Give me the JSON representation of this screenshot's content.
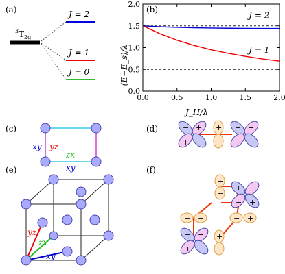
{
  "panels": {
    "a": "(a)",
    "b": "(b)",
    "c": "(c)",
    "d": "(d)",
    "e": "(e)",
    "f": "(f)"
  },
  "panel_a": {
    "state_sup": "3",
    "state_main": "T",
    "state_sub": "2g",
    "levels": [
      {
        "label": "J = 2",
        "color": "#0000dd"
      },
      {
        "label": "J = 1",
        "color": "#ee0000"
      },
      {
        "label": "J = 0",
        "color": "#33bb33"
      }
    ]
  },
  "panel_c": {
    "labels": [
      "xy",
      "yz",
      "zx",
      "xy"
    ],
    "colors": {
      "xy": "#0000cc",
      "yz": "#ee0000",
      "zx": "#22bb22",
      "edge_cyan": "#33c8e8",
      "edge_magenta": "#cc44cc"
    }
  },
  "panel_d": {
    "left_signs": [
      "−",
      "+",
      "+",
      "−"
    ],
    "mid_signs": [
      "+",
      "−"
    ],
    "right_signs": [
      "−",
      "+",
      "+",
      "−"
    ]
  },
  "panel_e": {
    "labels": [
      "yz",
      "zx",
      "xy"
    ]
  },
  "panel_f": {
    "orbital_fill_blue": "#c8c8f4",
    "orbital_fill_pink": "#f4c8f0",
    "orbital_fill_orange": "#fde6c8",
    "bond_color": "#ee3300"
  },
  "chart_data": {
    "type": "line",
    "xlabel": "J_H/λ",
    "ylabel": "(E−E_s)/λ",
    "xlim": [
      0,
      2
    ],
    "ylim": [
      0,
      2
    ],
    "xticks": [
      "0.0",
      "0.5",
      "1.0",
      "1.5",
      "2.0"
    ],
    "yticks": [
      "0.0",
      "0.5",
      "1.0",
      "1.5",
      "2.0"
    ],
    "series": [
      {
        "name": "J = 2",
        "color": "#0000dd",
        "style": "solid",
        "x": [
          0,
          0.25,
          0.5,
          0.75,
          1.0,
          1.25,
          1.5,
          1.75,
          2.0
        ],
        "values": [
          1.5,
          1.48,
          1.465,
          1.455,
          1.45,
          1.445,
          1.442,
          1.44,
          1.44
        ]
      },
      {
        "name": "J = 1",
        "color": "#ee0000",
        "style": "solid",
        "x": [
          0,
          0.25,
          0.5,
          0.75,
          1.0,
          1.25,
          1.5,
          1.75,
          2.0
        ],
        "values": [
          1.5,
          1.32,
          1.17,
          1.05,
          0.95,
          0.87,
          0.8,
          0.74,
          0.69
        ]
      },
      {
        "name": "",
        "color": "#222222",
        "style": "dashed",
        "x": [
          0,
          2
        ],
        "values": [
          1.5,
          1.5
        ]
      },
      {
        "name": "",
        "color": "#222222",
        "style": "dashed",
        "x": [
          0,
          2
        ],
        "values": [
          0.5,
          0.5
        ]
      }
    ],
    "annotations": [
      {
        "text": "J = 2",
        "x": 1.55,
        "y": 1.68
      },
      {
        "text": "J = 1",
        "x": 1.55,
        "y": 0.88
      }
    ]
  }
}
